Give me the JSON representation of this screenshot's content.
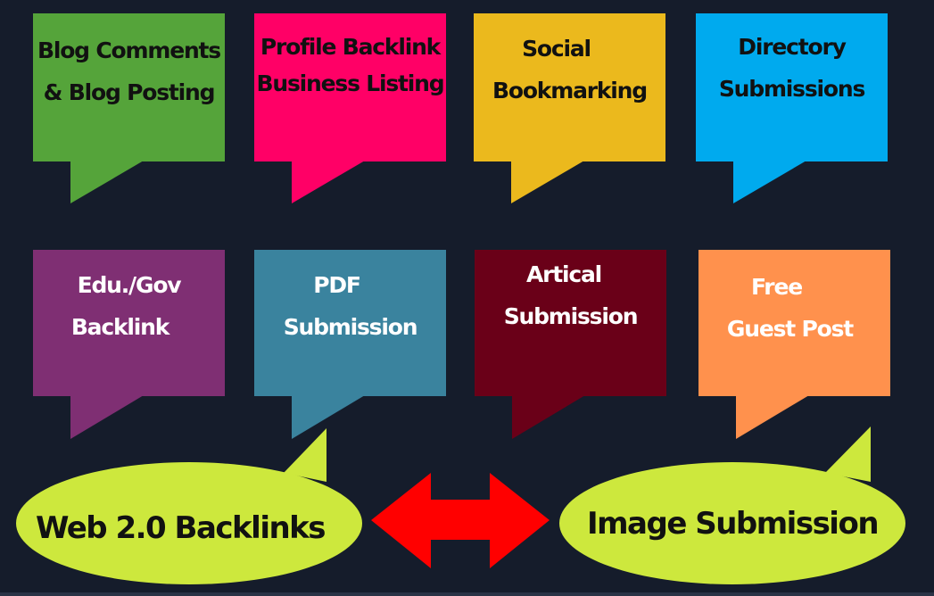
{
  "colors": {
    "background": "#151c2b",
    "green": "#55a43a",
    "pink": "#ff0066",
    "yellow": "#ebb91d",
    "blue": "#00aaee",
    "purple": "#7f2f73",
    "teal": "#3a839e",
    "maroon": "#6a0018",
    "orange": "#ff914d",
    "lime": "#cde83d",
    "arrow": "#ff0000"
  },
  "cards": [
    {
      "lines": [
        "Blog Comments",
        "& Blog Posting"
      ]
    },
    {
      "lines": [
        "Profile Backlink",
        "Business Listing"
      ]
    },
    {
      "lines": [
        "Social",
        "Bookmarking"
      ]
    },
    {
      "lines": [
        "Directory",
        "Submissions"
      ]
    },
    {
      "lines": [
        "Edu./Gov",
        "Backlink"
      ]
    },
    {
      "lines": [
        "PDF",
        "Submission"
      ]
    },
    {
      "lines": [
        "Artical",
        "Submission"
      ]
    },
    {
      "lines": [
        "Free",
        "Guest Post"
      ]
    }
  ],
  "bubbles": [
    {
      "label": "Web 2.0 Backlinks"
    },
    {
      "label": "Image Submission"
    }
  ],
  "arrow_icon": "double-headed-arrow-icon"
}
